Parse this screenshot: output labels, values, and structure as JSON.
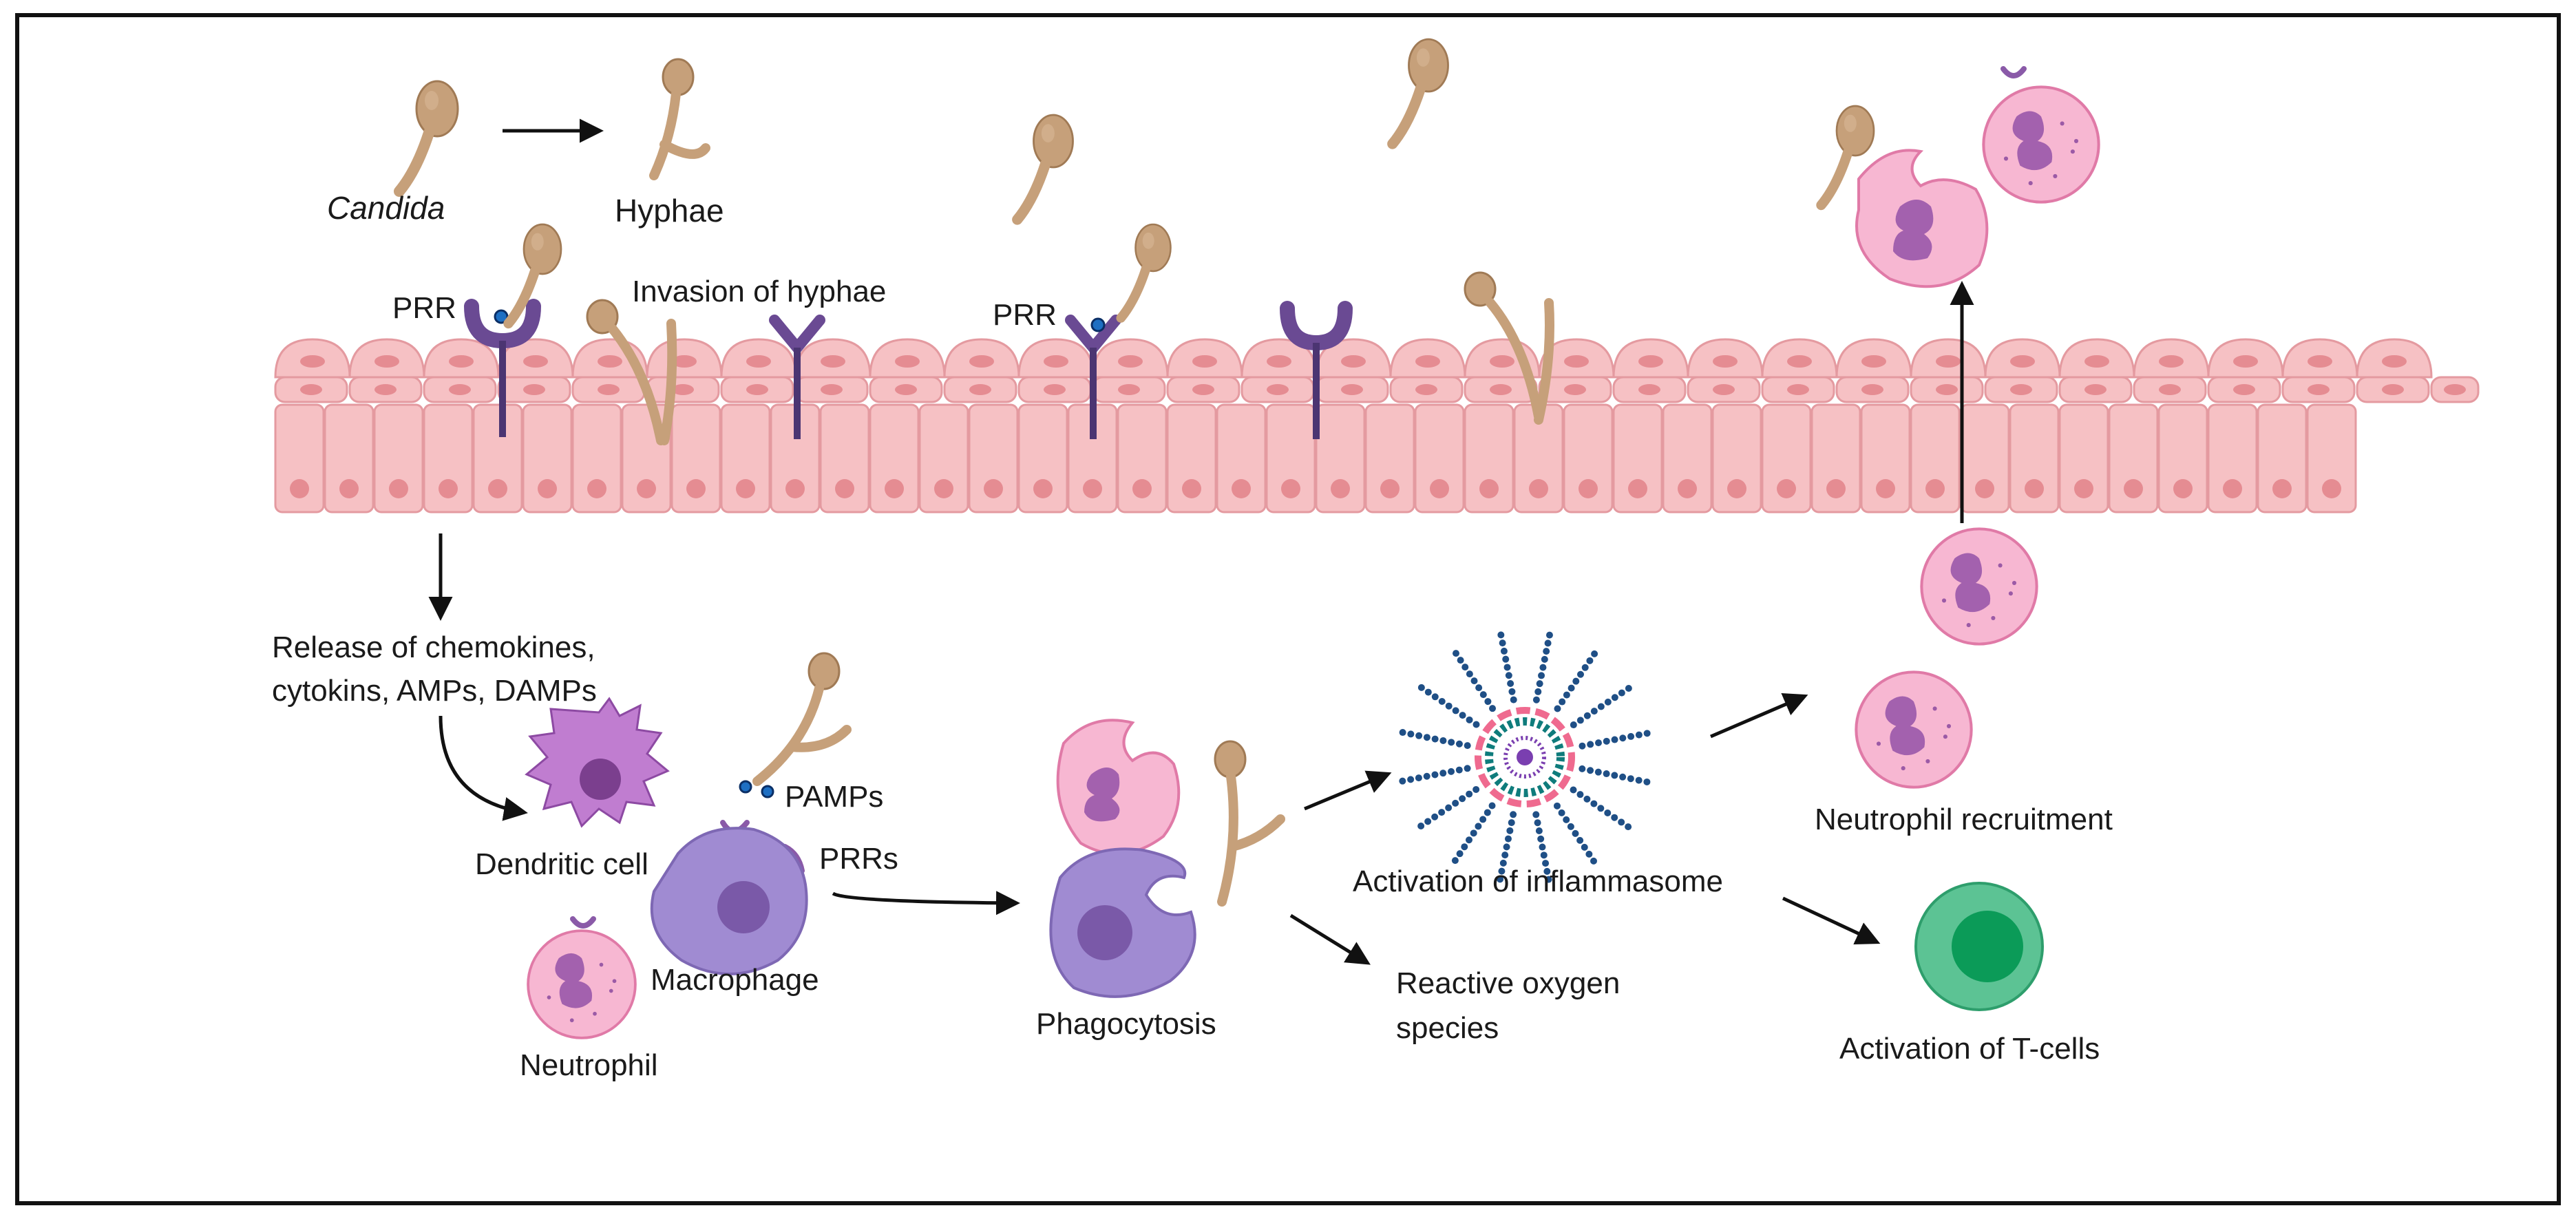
{
  "labels": {
    "candida": "Candida",
    "hyphae": "Hyphae",
    "prr_left": "PRR",
    "invasion": "Invasion of hyphae",
    "prr_mid": "PRR",
    "release_line1": "Release of chemokines,",
    "release_line2": "cytokins, AMPs, DAMPs",
    "dendritic": "Dendritic cell",
    "pamps": "PAMPs",
    "prrs": "PRRs",
    "macrophage": "Macrophage",
    "neutrophil": "Neutrophil",
    "phagocytosis": "Phagocytosis",
    "inflammasome": "Activation of inflammasome",
    "ros_line1": "Reactive oxygen",
    "ros_line2": "species",
    "neutrophil_recruitment": "Neutrophil recruitment",
    "tcells": "Activation of T-cells"
  },
  "colors": {
    "epithelium_fill": "#f6c1c4",
    "epithelium_stroke": "#e49aa0",
    "nucleus": "#e58c92",
    "candida": "#c4a07a",
    "receptor": "#5b3f84",
    "dendritic": "#b56fc6",
    "macrophage": "#9c86cc",
    "neutrophil": "#f6b4d0",
    "neutrophil_nucleus": "#9b5aa6",
    "tcell": "#5cc394",
    "tcell_nucleus": "#0b9b58",
    "arrow": "#111111"
  }
}
